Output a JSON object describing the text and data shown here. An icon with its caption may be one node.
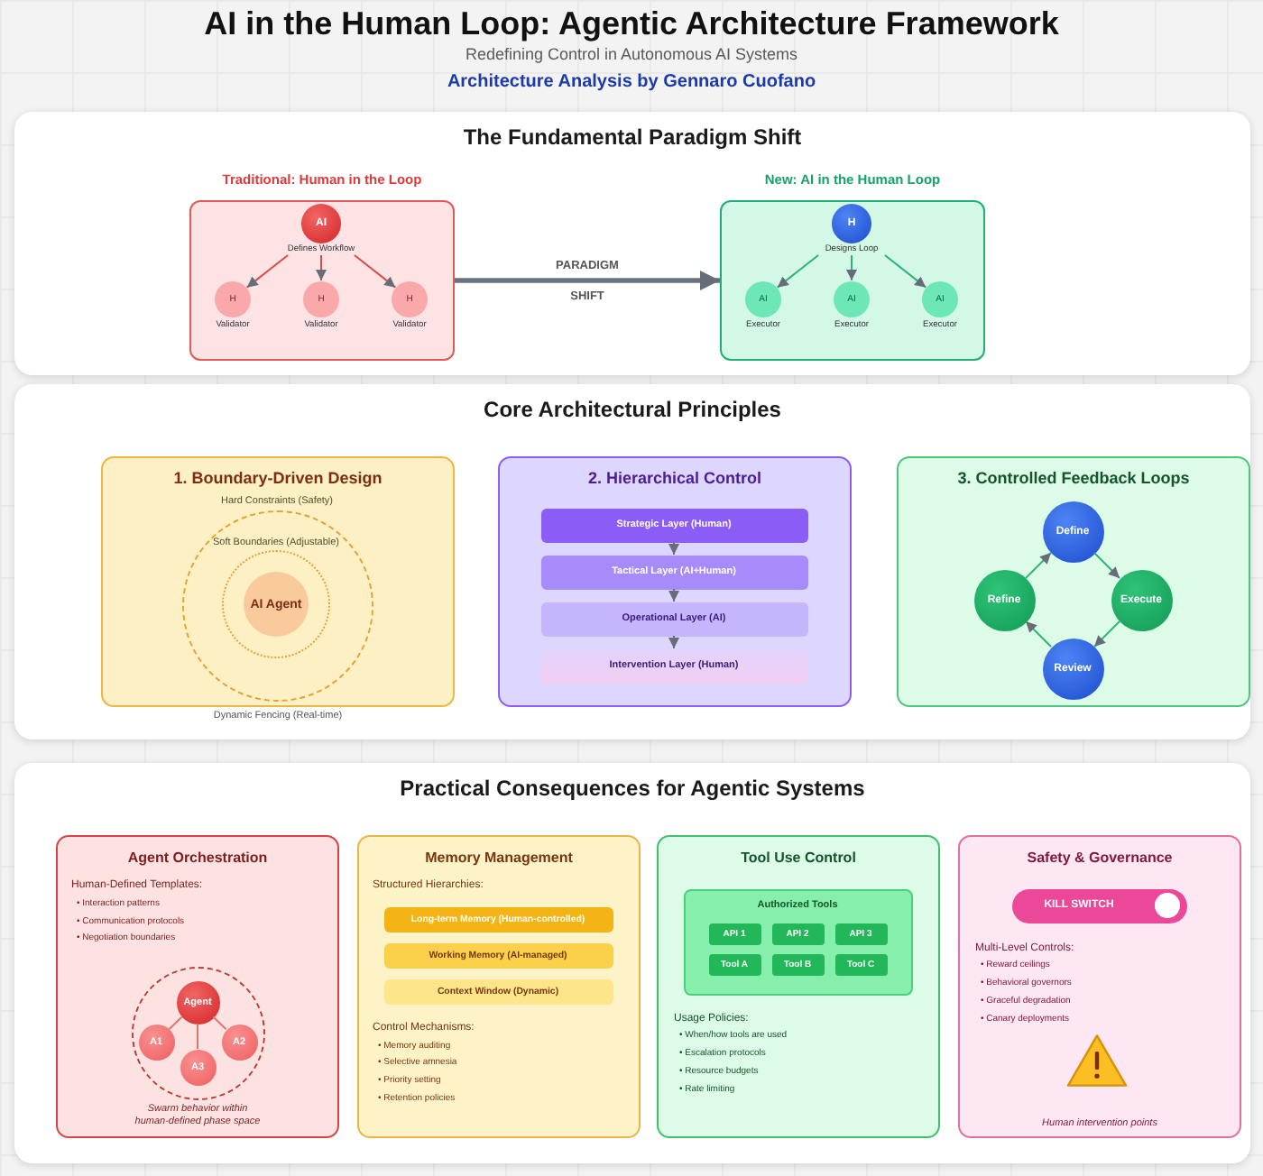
{
  "diagram": {
    "title": "AI in the Human Loop: Agentic Architecture Framework",
    "nodes": [
      {
        "text": [
          "The Fundamental Paradigm Shift"
        ]
      },
      {
        "text": [
          "Traditional: Human in the Loop"
        ],
        "in": 0
      },
      {
        "text": [
          "AI"
        ],
        "beside": [
          "Defines Workflow"
        ],
        "in": 1
      },
      {
        "text": [
          "H"
        ],
        "beside": [
          "Validator"
        ],
        "in": 1
      },
      {
        "text": [
          "H"
        ],
        "beside": [
          "Validator"
        ],
        "in": 1
      },
      {
        "text": [
          "H"
        ],
        "beside": [
          "Validator"
        ],
        "in": 1
      },
      {
        "text": [
          "New: AI in the Human Loop"
        ],
        "in": 0
      },
      {
        "text": [
          "H"
        ],
        "beside": [
          "Designs Loop"
        ],
        "in": 6
      },
      {
        "text": [
          "AI"
        ],
        "beside": [
          "Executor"
        ],
        "in": 6
      },
      {
        "text": [
          "AI"
        ],
        "beside": [
          "Executor"
        ],
        "in": 6
      },
      {
        "text": [
          "AI"
        ],
        "beside": [
          "Executor"
        ],
        "in": 6
      },
      {
        "text": [
          "Core Architectural Principles"
        ]
      },
      {
        "text": [
          "1. Boundary-Driven Design"
        ],
        "in": 11
      },
      {
        "text": [
          "Hard Constraints (Safety)"
        ],
        "in": 12
      },
      {
        "text": [
          "Soft Boundaries (Adjustable)"
        ],
        "in": 13
      },
      {
        "text": [
          "AI Agent"
        ],
        "in": 14
      },
      {
        "text": [
          "2. Hierarchical Control"
        ],
        "in": 11
      },
      {
        "text": [
          "Strategic Layer (Human)"
        ],
        "in": 16
      },
      {
        "text": [
          "Tactical Layer (AI+Human)"
        ],
        "in": 16
      },
      {
        "text": [
          "Operational Layer (AI)"
        ],
        "in": 16
      },
      {
        "text": [
          "Intervention Layer (Human)"
        ],
        "in": 16
      },
      {
        "text": [
          "3. Controlled Feedback Loops"
        ],
        "in": 11
      },
      {
        "text": [
          "Define"
        ],
        "in": 21
      },
      {
        "text": [
          "Refine"
        ],
        "in": 21
      },
      {
        "text": [
          "Execute"
        ],
        "in": 21
      },
      {
        "text": [
          "Review"
        ],
        "in": 21
      },
      {
        "text": [
          "Practical Consequences for Agentic Systems"
        ]
      },
      {
        "text": [
          "Agent Orchestration",
          "Human-Defined Templates:",
          "• Interaction patterns",
          "• Communication protocols",
          "• Negotiation boundaries"
        ],
        "in": 26
      },
      {
        "text": [],
        "shape": "circle",
        "beside": [
          "Swarm behavior within human-defined phase space"
        ],
        "in": 27
      },
      {
        "text": [
          "Agent"
        ],
        "in": 28
      },
      {
        "text": [
          "A1"
        ],
        "in": 28
      },
      {
        "text": [
          "A2"
        ],
        "in": 28
      },
      {
        "text": [
          "A3"
        ],
        "in": 28
      },
      {
        "text": [
          "Memory Management",
          "Structured Hierarchies:",
          "Control Mechanisms:",
          "• Memory auditing",
          "• Selective amnesia",
          "• Priority setting",
          "• Retention policies"
        ],
        "in": 26
      },
      {
        "text": [
          "Long-term Memory (Human-controlled)"
        ],
        "in": 33
      },
      {
        "text": [
          "Working Memory (AI-managed)"
        ],
        "in": 33
      },
      {
        "text": [
          "Context Window (Dynamic)"
        ],
        "in": 33
      },
      {
        "text": [
          "Tool Use Control",
          "Usage Policies:",
          "• When/how tools are used",
          "• Escalation protocols",
          "• Resource budgets",
          "• Rate limiting"
        ],
        "in": 26
      },
      {
        "text": [
          "Authorized Tools"
        ],
        "in": 37
      },
      {
        "text": [
          "API 1"
        ],
        "in": 38
      },
      {
        "text": [
          "API 2"
        ],
        "in": 38
      },
      {
        "text": [
          "API 3"
        ],
        "in": 38
      },
      {
        "text": [
          "Tool A"
        ],
        "in": 38
      },
      {
        "text": [
          "Tool B"
        ],
        "in": 38
      },
      {
        "text": [
          "Tool C"
        ],
        "in": 38
      },
      {
        "text": [
          "Safety & Governance",
          "Multi-Level Controls:",
          "• Reward ceilings",
          "• Behavioral governors",
          "• Graceful degradation",
          "• Canary deployments",
          "Human intervention points"
        ],
        "in": 26
      },
      {
        "text": [
          "KILL SWITCH"
        ],
        "in": 45
      }
    ],
    "edges": [
      {
        "from": 2,
        "to": 3,
        "arrow": "to",
        "color": "#dc4a4a"
      },
      {
        "from": 2,
        "to": 4,
        "arrow": "to",
        "color": "#dc4a4a"
      },
      {
        "from": 2,
        "to": 5,
        "arrow": "to",
        "color": "#dc4a4a"
      },
      {
        "from": 7,
        "to": 8,
        "arrow": "to"
      },
      {
        "from": 7,
        "to": 9,
        "arrow": "to"
      },
      {
        "from": 7,
        "to": 10,
        "arrow": "to"
      },
      {
        "from": 1,
        "to": 6,
        "arrow": "to",
        "label": "PARADIGM SHIFT",
        "style": "thick",
        "color": "#6b7280"
      },
      {
        "from": 17,
        "to": 18,
        "arrow": "to",
        "color": "#6b7280"
      },
      {
        "from": 18,
        "to": 19,
        "arrow": "to",
        "color": "#6b7280"
      },
      {
        "from": 19,
        "to": 20,
        "arrow": "to",
        "color": "#6b7280"
      },
      {
        "from": 22,
        "to": 24,
        "arrow": "to"
      },
      {
        "from": 24,
        "to": 25,
        "arrow": "to"
      },
      {
        "from": 25,
        "to": 23,
        "arrow": "to"
      },
      {
        "from": 23,
        "to": 22,
        "arrow": "to"
      },
      {
        "from": 29,
        "to": 30,
        "arrow": "none",
        "color": "#e57373"
      },
      {
        "from": 29,
        "to": 31,
        "arrow": "none",
        "color": "#e57373"
      },
      {
        "from": 29,
        "to": 32,
        "arrow": "none",
        "color": "#e57373"
      }
    ],
    "labels": [
      "Redefining Control in Autonomous AI Systems",
      "Architecture Analysis by Gennaro Cuofano",
      "Dynamic Fencing (Real-time)"
    ]
  }
}
